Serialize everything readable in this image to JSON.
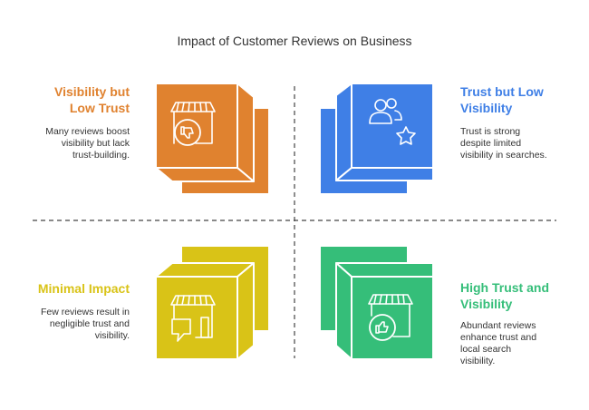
{
  "title": "Impact of Customer Reviews on Business",
  "quadrants": [
    {
      "heading_lines": [
        "Visibility but",
        "Low Trust"
      ],
      "description_lines": [
        "Many reviews boost",
        "visibility but lack",
        "trust-building."
      ],
      "color": "#E0822F",
      "icon": "storefront-thumbs-down-icon"
    },
    {
      "heading_lines": [
        "Trust but Low",
        "Visibility"
      ],
      "description_lines": [
        "Trust is strong",
        "despite limited",
        "visibility in searches."
      ],
      "color": "#3F7FE6",
      "icon": "users-star-icon"
    },
    {
      "heading_lines": [
        "Minimal Impact"
      ],
      "description_lines": [
        "Few reviews result in",
        "negligible trust and",
        "visibility."
      ],
      "color": "#D9C317",
      "icon": "storefront-chat-icon"
    },
    {
      "heading_lines": [
        "High Trust and",
        "Visibility"
      ],
      "description_lines": [
        "Abundant reviews",
        "enhance trust and",
        "local search",
        "visibility."
      ],
      "color": "#35BE79",
      "icon": "storefront-thumbs-up-icon"
    }
  ]
}
